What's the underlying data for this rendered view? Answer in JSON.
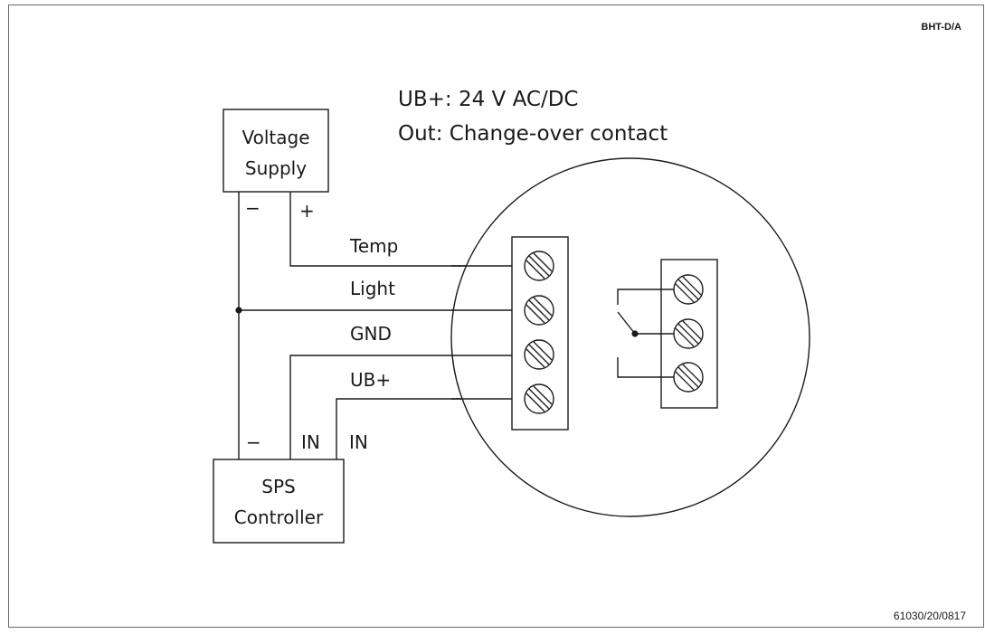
{
  "doc_code": "BHT-D/A",
  "drawing_number": "61030/20/0817",
  "specs": {
    "line1": "UB+: 24 V AC/DC",
    "line2": "Out:  Change-over contact"
  },
  "voltage_supply": {
    "line1": "Voltage",
    "line2": "Supply",
    "minus": "−",
    "plus": "+"
  },
  "controller": {
    "line1": "SPS",
    "line2": "Controller",
    "minus": "−",
    "in1": "IN",
    "in2": "IN"
  },
  "wires": {
    "temp": "Temp",
    "light": "Light",
    "gnd": "GND",
    "ubplus": "UB+"
  }
}
